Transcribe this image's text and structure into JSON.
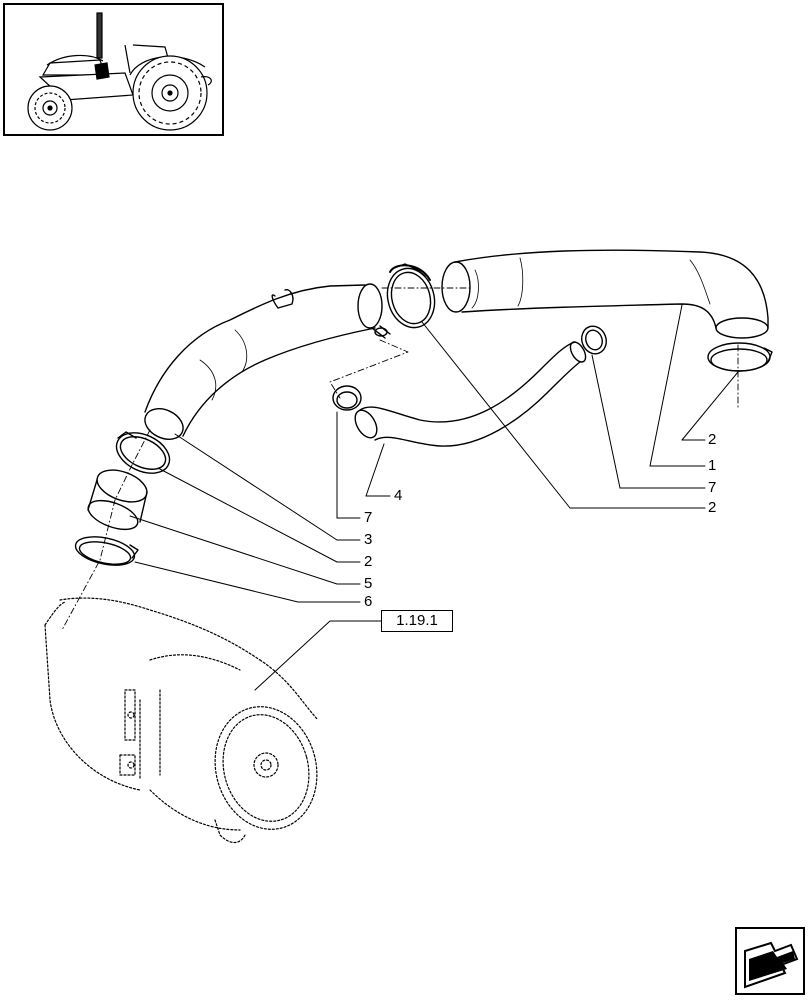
{
  "reference": {
    "label": "1.19.1"
  },
  "callouts": [
    {
      "id": "c1",
      "label": "2"
    },
    {
      "id": "c2",
      "label": "1"
    },
    {
      "id": "c3",
      "label": "7"
    },
    {
      "id": "c4",
      "label": "2"
    },
    {
      "id": "c5",
      "label": "4"
    },
    {
      "id": "c6",
      "label": "7"
    },
    {
      "id": "c7",
      "label": "3"
    },
    {
      "id": "c8",
      "label": "2"
    },
    {
      "id": "c9",
      "label": "5"
    },
    {
      "id": "c10",
      "label": "6"
    }
  ],
  "icons": {
    "thumbnail": "tractor-icon",
    "navigation": "arrow-icon"
  }
}
